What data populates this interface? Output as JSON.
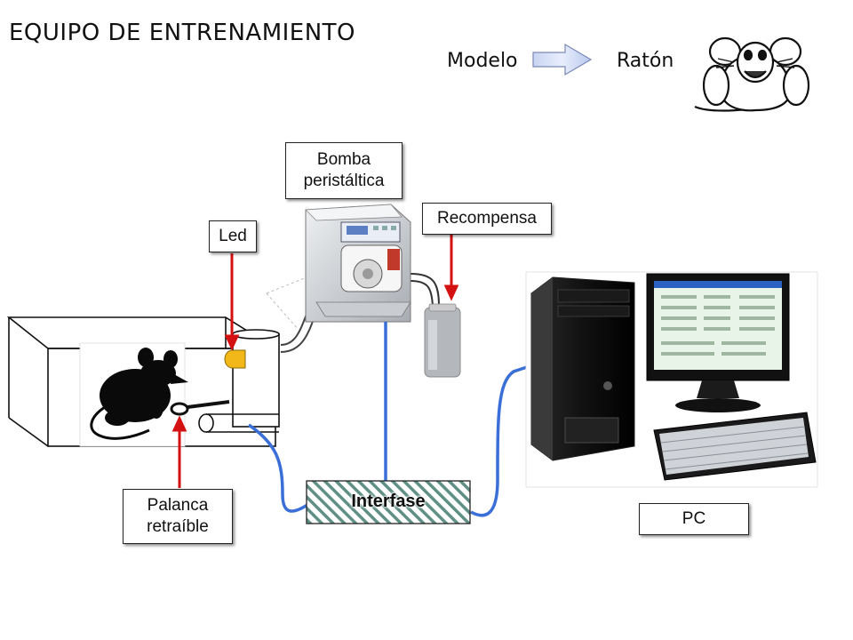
{
  "title": "EQUIPO DE ENTRENAMIENTO",
  "model": {
    "from": "Modelo",
    "to": "Ratón"
  },
  "labels": {
    "pump": "Bomba\nperistáltica",
    "reward": "Recompensa",
    "led": "Led",
    "lever": "Palanca\nretraíble",
    "interface": "Interfase",
    "pc": "PC"
  },
  "colors": {
    "arrow": "#d41111",
    "cable": "#3a6fd8",
    "led": "#f2b81a",
    "hatch": "#5f8f85"
  },
  "icons": [
    "cartoon-rat-icon",
    "arrow-right-icon",
    "rat-silhouette-icon",
    "peristaltic-pump-icon",
    "bottle-icon",
    "computer-tower-icon",
    "monitor-icon",
    "keyboard-icon"
  ]
}
